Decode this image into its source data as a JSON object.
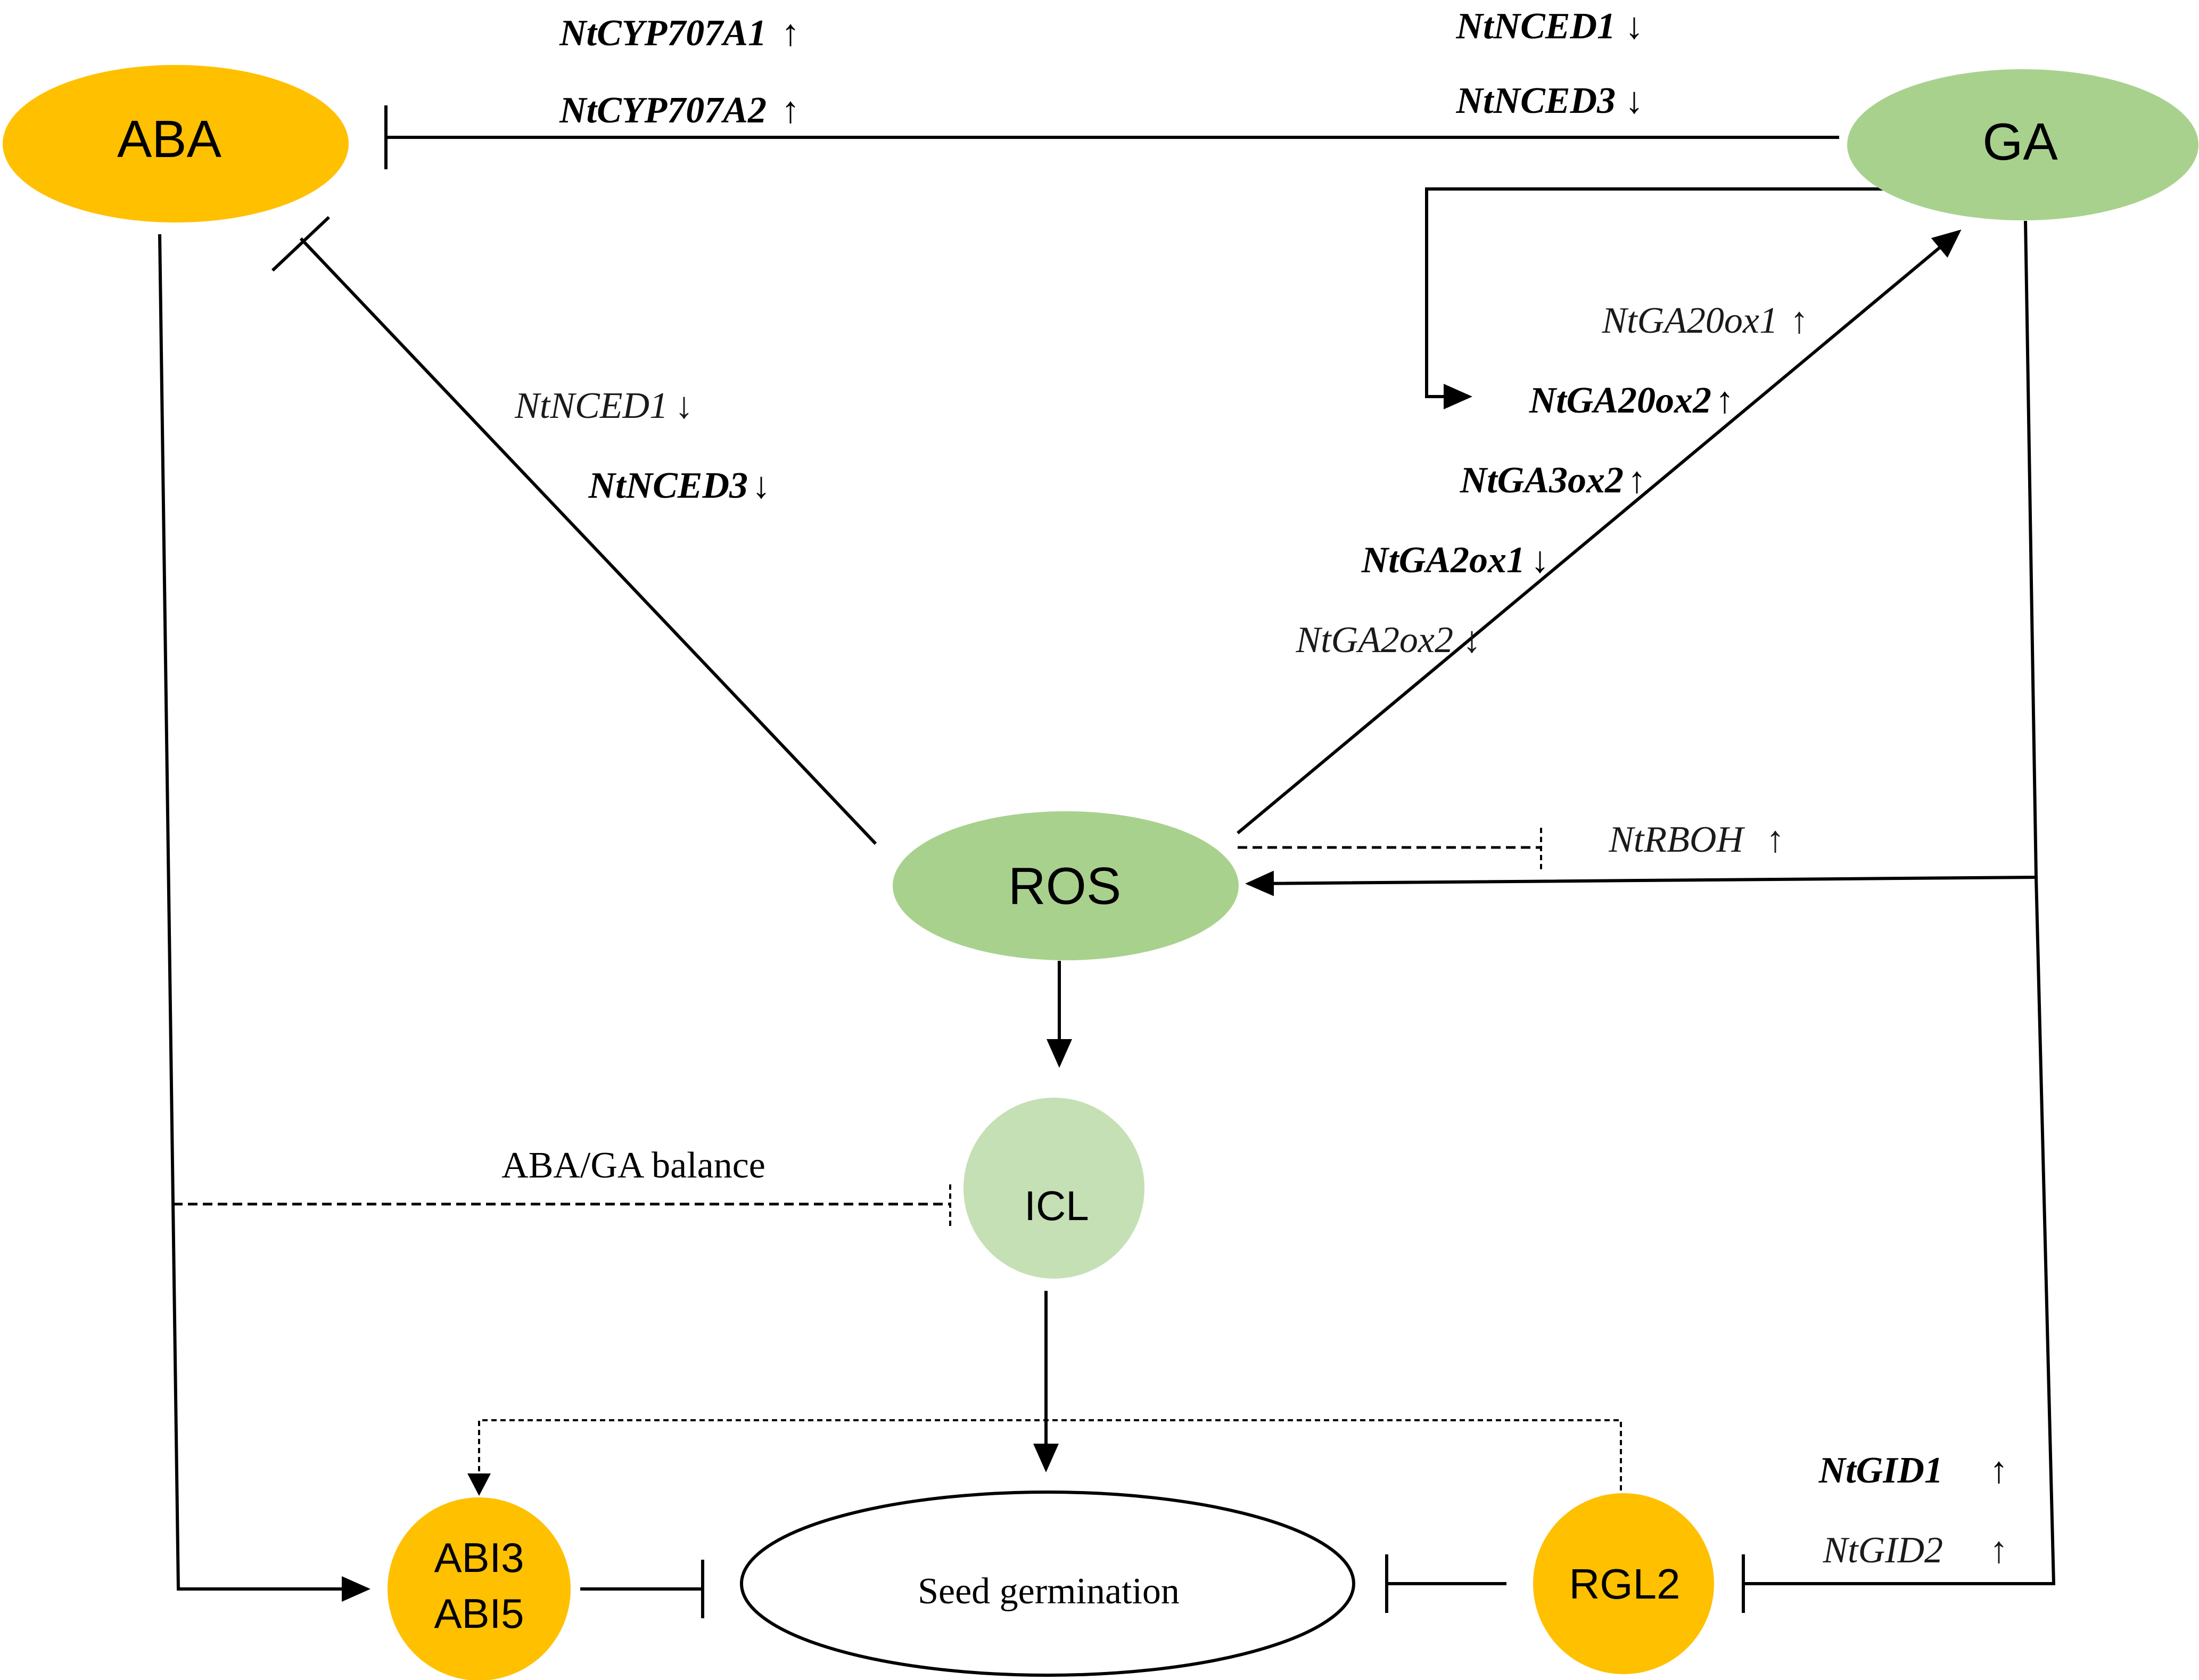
{
  "colors": {
    "aba_orange": "#FFC000",
    "ga_green": "#A9D18E",
    "icl_green": "#C5E0B4",
    "line": "#000000"
  },
  "nodes": {
    "aba": "ABA",
    "ga": "GA",
    "ros": "ROS",
    "icl": "ICL",
    "abi3": "ABI3",
    "abi5": "ABI5",
    "seed_germination": "Seed germination",
    "rgl2": "RGL2"
  },
  "labels": {
    "aba_ga_balance": "ABA/GA balance"
  },
  "genes": {
    "cyp707a1": {
      "text": "NtCYP707A1",
      "arrow": "↑"
    },
    "cyp707a2": {
      "text": "NtCYP707A2",
      "arrow": "↑"
    },
    "nced1_top": {
      "text": "NtNCED1",
      "arrow": "↓"
    },
    "nced3_top": {
      "text": "NtNCED3",
      "arrow": "↓"
    },
    "nced1_left": {
      "text": "NtNCED1",
      "arrow": "↓"
    },
    "nced3_left": {
      "text": "NtNCED3",
      "arrow": "↓"
    },
    "ga20ox1": {
      "text": "NtGA20ox1",
      "arrow": "↑"
    },
    "ga20ox2": {
      "text": "NtGA20ox2",
      "arrow": "↑"
    },
    "ga3ox2": {
      "text": "NtGA3ox2",
      "arrow": "↑"
    },
    "ga2ox1": {
      "text": "NtGA2ox1",
      "arrow": "↓"
    },
    "ga2ox2": {
      "text": "NtGA2ox2",
      "arrow": "↓"
    },
    "rboh": {
      "text": "NtRBOH",
      "arrow": "↑"
    },
    "gid1": {
      "text": "NtGID1",
      "arrow": "↑"
    },
    "gid2": {
      "text": "NtGID2",
      "arrow": "↑"
    }
  }
}
